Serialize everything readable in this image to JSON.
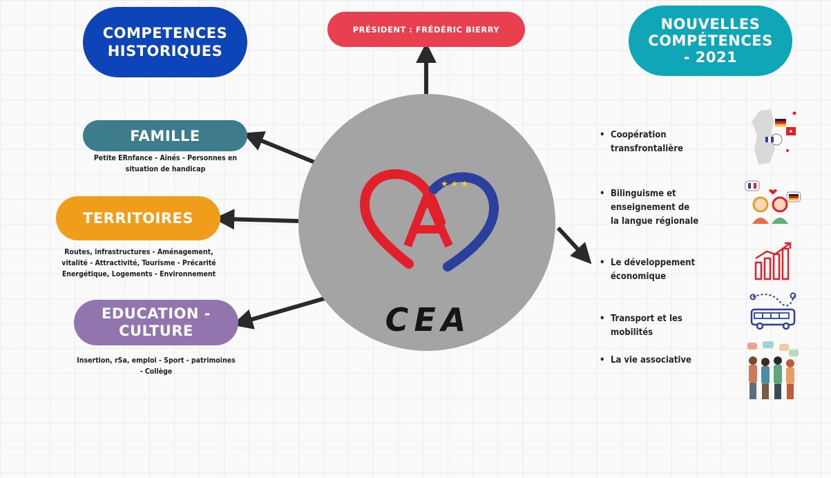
{
  "left_header": {
    "label": "COMPETENCES HISTORIQUES",
    "color": "#0d44b8"
  },
  "center_header": {
    "label": "PRÉSIDENT : FRÉDÉRIC BIERRY",
    "color": "#e8404e"
  },
  "right_header": {
    "label": "NOUVELLES COMPÉTENCES - 2021",
    "color": "#0fa6b8"
  },
  "historical": [
    {
      "label": "FAMILLE",
      "color": "#3c7c8c",
      "description": "Petite ERnfance - Aînés - Personnes en situation de handicap"
    },
    {
      "label": "TERRITOIRES",
      "color": "#f09d1b",
      "description": "Routes, infrastructures - Aménagement, vitalité - Attractivité, Tourisme - Précarité Energétique, Logements - Environnement"
    },
    {
      "label": "EDUCATION - CULTURE",
      "color": "#9274ae",
      "description": "Insertion, rSa, emploi - Sport - patrimoines - Collège"
    }
  ],
  "center": {
    "text": "CEA",
    "circle_color": "#a4a4a4"
  },
  "new_competences": [
    {
      "label": "Coopération transfrontalière",
      "icon": "flags-map-icon"
    },
    {
      "label": "Bilinguisme et enseignement de la langue régionale",
      "icon": "bilingual-people-icon"
    },
    {
      "label": "Le développement économique",
      "icon": "growth-chart-icon"
    },
    {
      "label": "Transport et les mobilités",
      "icon": "bus-route-icon"
    },
    {
      "label": "La vie associative",
      "icon": "group-people-icon"
    }
  ],
  "bullet": "•"
}
